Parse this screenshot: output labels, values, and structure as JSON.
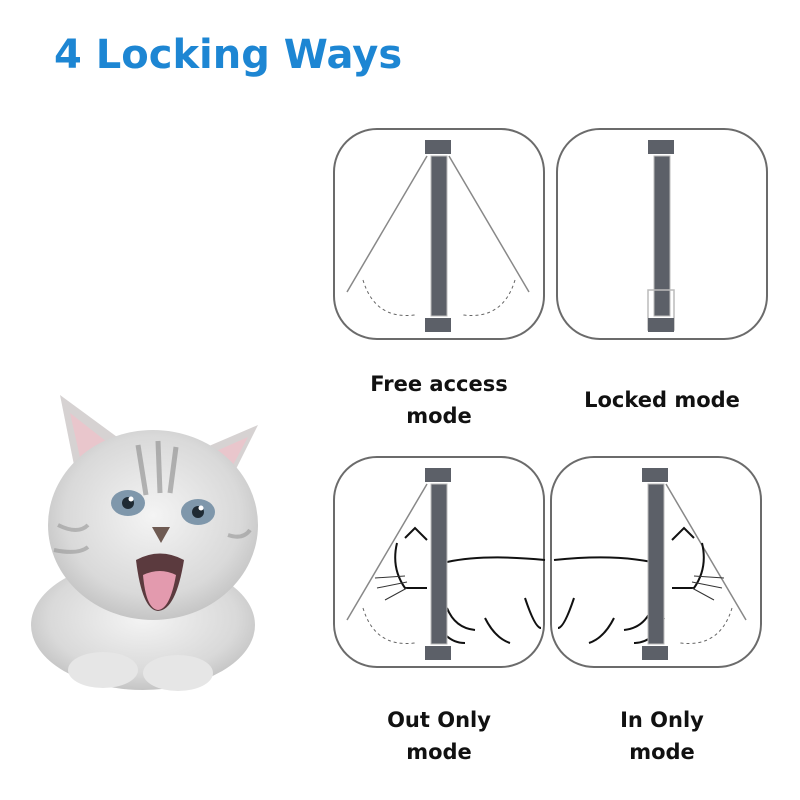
{
  "title": "4 Locking Ways",
  "colors": {
    "title": "#1d86d3",
    "flap": "#5c6068",
    "outline": "#6b6b6b",
    "text": "#111111"
  },
  "modes": [
    {
      "name": "free-access",
      "label_line1": "Free access",
      "label_line2": "mode"
    },
    {
      "name": "locked",
      "label_line1": "Locked mode",
      "label_line2": ""
    },
    {
      "name": "out-only",
      "label_line1": "Out Only",
      "label_line2": "mode"
    },
    {
      "name": "in-only",
      "label_line1": "In Only",
      "label_line2": "mode"
    }
  ],
  "image": {
    "subject": "grey tabby kitten with mouth open"
  }
}
